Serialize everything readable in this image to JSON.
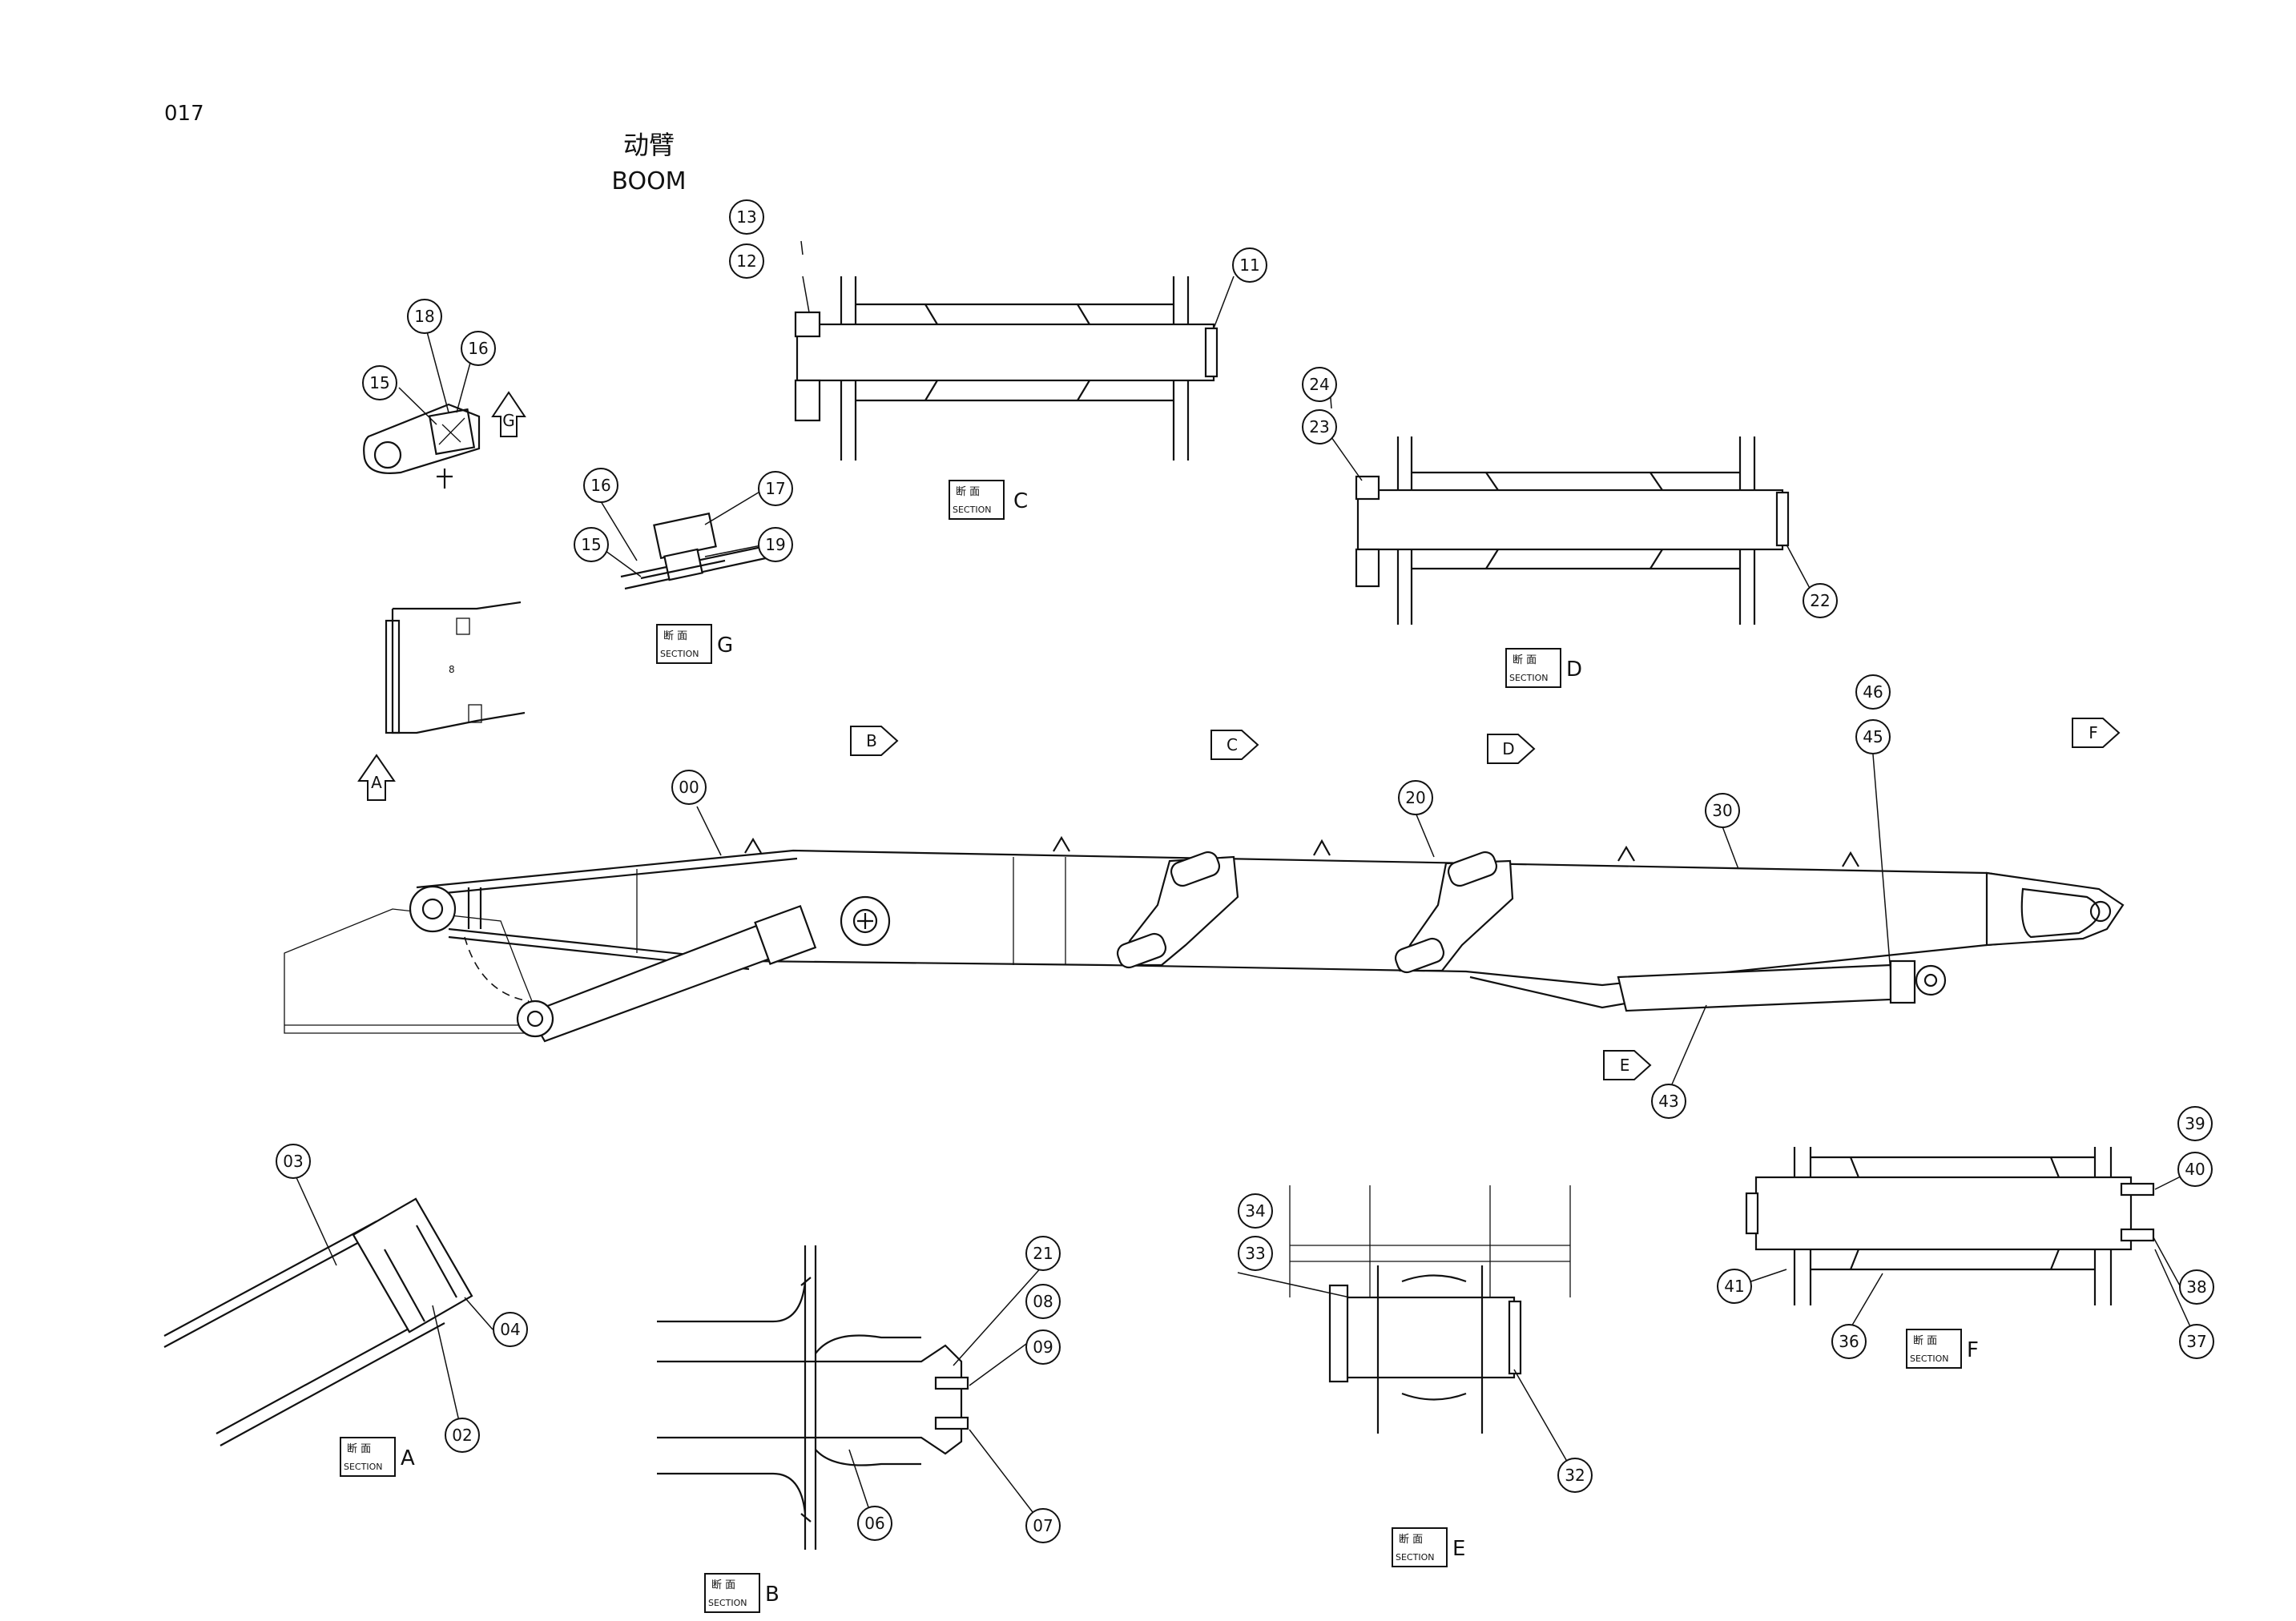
{
  "page_number": "017",
  "title_cn": "动臂",
  "title_en": "BOOM",
  "callouts": {
    "c00": "00",
    "c02": "02",
    "c03": "03",
    "c04": "04",
    "c06": "06",
    "c07": "07",
    "c08": "08",
    "c09": "09",
    "c11": "11",
    "c12": "12",
    "c13": "13",
    "c15a": "15",
    "c16a": "16",
    "c18": "18",
    "c15b": "15",
    "c16b": "16",
    "c17": "17",
    "c19": "19",
    "c20": "20",
    "c21": "21",
    "c22": "22",
    "c23": "23",
    "c24": "24",
    "c30": "30",
    "c32": "32",
    "c33": "33",
    "c34": "34",
    "c36": "36",
    "c37": "37",
    "c38": "38",
    "c39": "39",
    "c40": "40",
    "c41": "41",
    "c43": "43",
    "c45": "45",
    "c46": "46"
  },
  "section_label_cn": "断 面",
  "section_label_en": "SECTION",
  "sections": [
    "A",
    "B",
    "C",
    "D",
    "E",
    "F",
    "G"
  ],
  "view_arrows": [
    "A",
    "B",
    "C",
    "D",
    "E",
    "F",
    "G"
  ]
}
